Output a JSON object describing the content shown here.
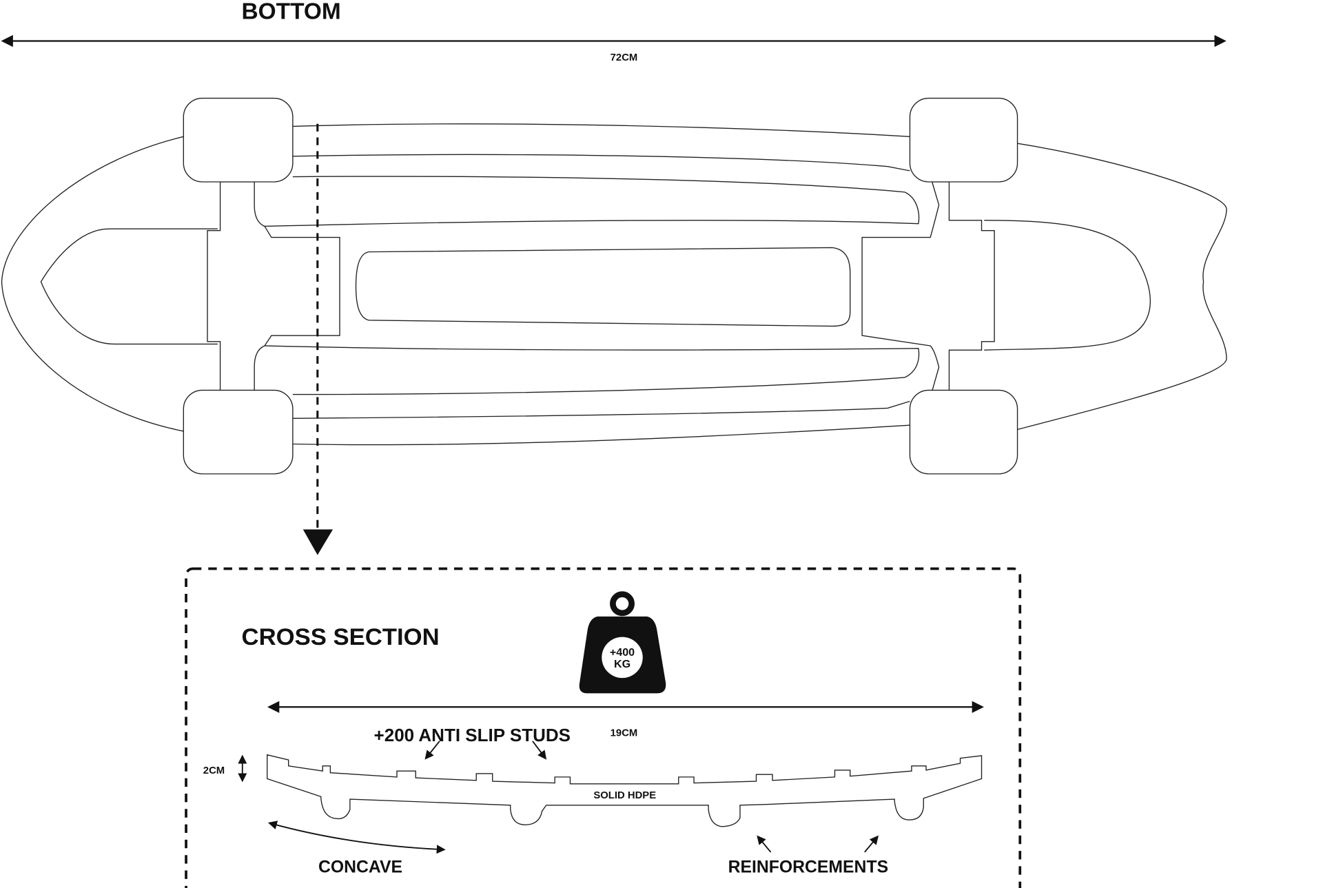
{
  "bottom_view": {
    "title": "BOTTOM",
    "length_label": "72CM"
  },
  "cross_section": {
    "title": "CROSS SECTION",
    "weight_line1": "+400",
    "weight_line2": "KG",
    "width_label": "19CM",
    "height_label": "2CM",
    "studs_label": "+200 ANTI SLIP STUDS",
    "material_label": "SOLID HDPE",
    "concave_label": "CONCAVE",
    "reinforcements_label": "REINFORCEMENTS"
  },
  "colors": {
    "ink": "#111111",
    "background": "#ffffff"
  }
}
